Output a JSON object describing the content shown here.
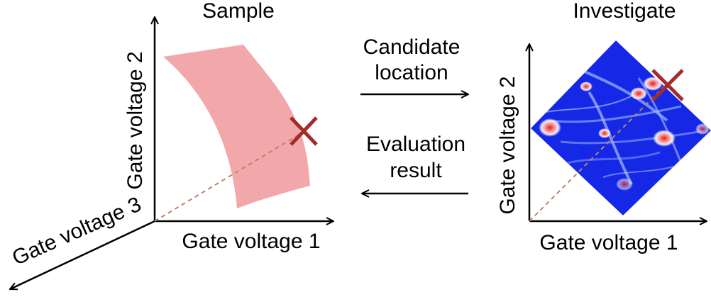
{
  "left_panel": {
    "title": "Sample",
    "axis_x": "Gate voltage 1",
    "axis_y": "Gate voltage 2",
    "axis_z": "Gate voltage 3"
  },
  "middle": {
    "forward_line1": "Candidate",
    "forward_line2": "location",
    "back_line1": "Evaluation",
    "back_line2": "result"
  },
  "right_panel": {
    "title": "Investigate",
    "axis_x": "Gate voltage 1",
    "axis_y": "Gate voltage 2"
  },
  "colors": {
    "surface": "#f2a7aa",
    "marker": "#a52a2a",
    "map_background": "#1428e6",
    "hotspot": "#e02020",
    "dashed_line": "#c08070"
  }
}
